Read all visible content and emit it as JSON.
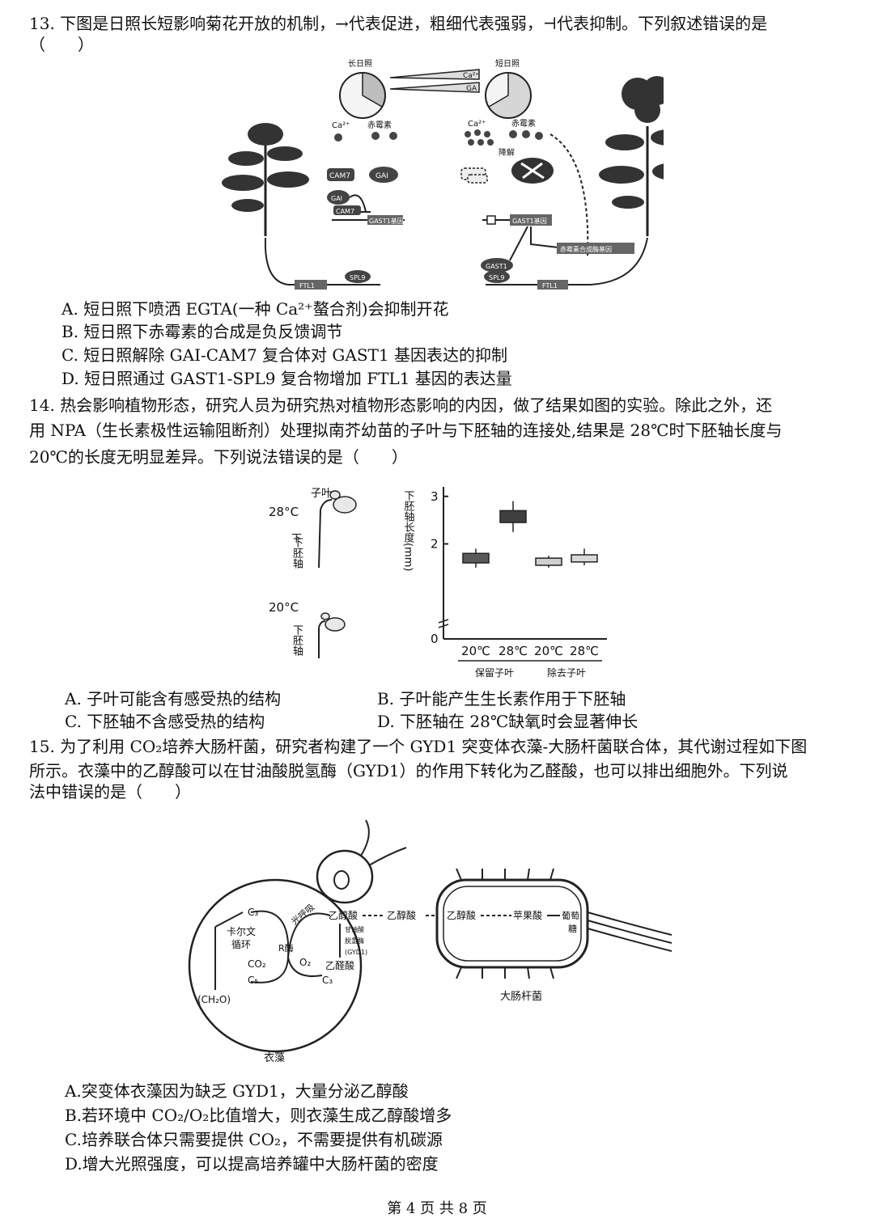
{
  "q13": {
    "stem_line1": "13. 下图是日照长短影响菊花开放的机制，→代表促进，粗细代表强弱，⊣代表抑制。下列叙述错误的是",
    "stem_line2": "（　　）",
    "figure": {
      "long_day": "长日照",
      "short_day": "短日照",
      "ca_left": "Ca²⁺",
      "ga_left": "赤霉素",
      "ca_right": "Ca²⁺",
      "ga_right": "赤霉素",
      "wedge_ca": "Ca²⁺",
      "wedge_ga": "GA",
      "degrade": "降解",
      "cam7": "CAM7",
      "gai": "GAI",
      "gai2": "GAI",
      "cam7b": "CAM7",
      "gast1_gene_left": "GAST1基因",
      "gast1_gene_right": "GAST1基因",
      "ga_synth_gene": "赤霉素合成酶基因",
      "spl9_left": "SPL9",
      "ftl1_left": "FTL1",
      "gast1_complex": "GAST1",
      "spl9_right": "SPL9",
      "ftl1_right": "FTL1"
    },
    "options": {
      "A": "A. 短日照下喷洒 EGTA(一种 Ca²⁺螯合剂)会抑制开花",
      "B": "B.  短日照下赤霉素的合成是负反馈调节",
      "C": "C.  短日照解除 GAI-CAM7 复合体对 GAST1 基因表达的抑制",
      "D": "D.  短日照通过 GAST1-SPL9 复合物增加 FTL1 基因的表达量"
    }
  },
  "q14": {
    "stem_line1": "14. 热会影响植物形态，研究人员为研究热对植物形态影响的内因，做了结果如图的实验。除此之外，还",
    "stem_line2": "用 NPA（生长素极性运输阻断剂）处理拟南芥幼苗的子叶与下胚轴的连接处,结果是 28℃时下胚轴长度与",
    "stem_line3": "20℃的长度无明显差异。下列说法错误的是（　　）",
    "figure": {
      "cotyledon": "子叶",
      "temp_high": "28°C",
      "temp_low": "20°C",
      "hypocotyl_top": "下胚轴",
      "hypocotyl_bottom": "下胚轴"
    },
    "options": {
      "A": "A.  子叶可能含有感受热的结构",
      "B": "B.  子叶能产生生长素作用于下胚轴",
      "C": "C.  下胚轴不含感受热的结构",
      "D": "D.  下胚轴在 28℃缺氧时会显著伸长"
    }
  },
  "chart_data": {
    "type": "box",
    "title": "",
    "ylabel": "下胚轴长度(mm)",
    "ylim": [
      0,
      3.2
    ],
    "yticks": [
      "0",
      "2",
      "3"
    ],
    "axis_break": true,
    "categories": [
      "20℃",
      "28℃",
      "20℃",
      "28℃"
    ],
    "groups": [
      "保留子叶",
      "除去子叶"
    ],
    "boxes": [
      {
        "group": "保留子叶",
        "temp": "20°C",
        "whisker_low": 1.5,
        "q1": 1.6,
        "q3": 1.8,
        "whisker_high": 1.9,
        "color": "#5a5a5a"
      },
      {
        "group": "保留子叶",
        "temp": "28°C",
        "whisker_low": 2.25,
        "q1": 2.45,
        "q3": 2.7,
        "whisker_high": 2.9,
        "color": "#404040"
      },
      {
        "group": "除去子叶",
        "temp": "20°C",
        "whisker_low": 1.5,
        "q1": 1.55,
        "q3": 1.7,
        "whisker_high": 1.75,
        "color": "#cfcfcf"
      },
      {
        "group": "除去子叶",
        "temp": "28°C",
        "whisker_low": 1.55,
        "q1": 1.62,
        "q3": 1.77,
        "whisker_high": 1.9,
        "color": "#d8d8d8"
      }
    ]
  },
  "q15": {
    "stem_line1": "15. 为了利用 CO₂培养大肠杆菌，研究者构建了一个 GYD1 突变体衣藻-大肠杆菌联合体，其代谢过程如下图",
    "stem_line2": "所示。衣藻中的乙醇酸可以在甘油酸脱氢酶（GYD1）的作用下转化为乙醛酸，也可以排出细胞外。下列说",
    "stem_line3": "法中错误的是（　　）",
    "figure": {
      "c3_top": "C₃",
      "calvin_1": "卡尔文",
      "calvin_2": "循环",
      "co2": "CO₂",
      "c5": "C₅",
      "ch2o": "(CH₂O)",
      "photoresp": "光呼吸",
      "r_enzyme": "R酶",
      "o2": "O₂",
      "glycolic": "乙醇酸",
      "enzyme_1": "甘油酸",
      "enzyme_2": "脱氢酶",
      "enzyme_3": "(GYD1)",
      "glyoxylic": "乙醛酸",
      "c3_bottom": "C₃",
      "glycolic_out": "乙醇酸",
      "ecoli_path_1": "乙醇酸",
      "ecoli_path_2": "苹果酸",
      "ecoli_path_3": "葡萄",
      "ecoli_path_4": "糖",
      "alga_label": "衣藻",
      "ecoli_label": "大肠杆菌"
    },
    "options": {
      "A": "A.突变体衣藻因为缺乏 GYD1，大量分泌乙醇酸",
      "B": "B.若环境中 CO₂/O₂比值增大，则衣藻生成乙醇酸增多",
      "C": "C.培养联合体只需要提供 CO₂，不需要提供有机碳源",
      "D": "D.增大光照强度，可以提高培养罐中大肠杆菌的密度"
    }
  },
  "footer": "第 4 页 共 8 页"
}
